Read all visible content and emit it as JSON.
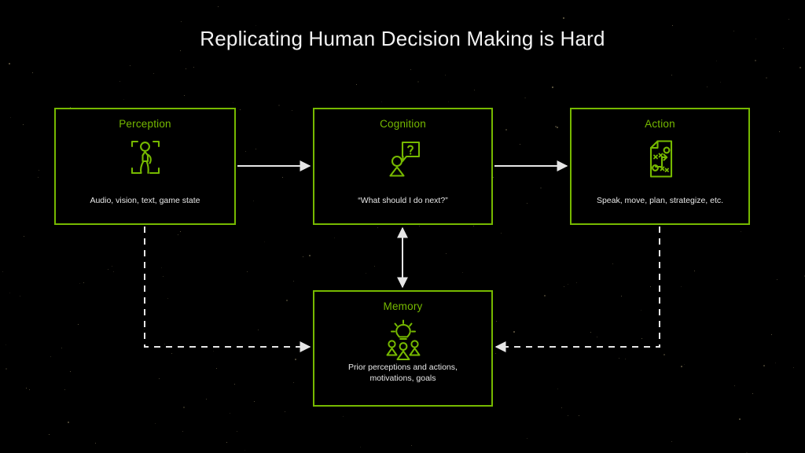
{
  "slide": {
    "title": "Replicating Human Decision Making is Hard",
    "background_color": "#000000",
    "accent_color": "#76b900",
    "text_color": "#f2f2f2",
    "connector_color": "#e6e6e6"
  },
  "boxes": [
    {
      "id": "perception",
      "title": "Perception",
      "caption": "Audio, vision, text, game state",
      "icon": "person-walking-scan-icon"
    },
    {
      "id": "cognition",
      "title": "Cognition",
      "caption": "“What should I do next?”",
      "icon": "person-question-speech-bubble-icon"
    },
    {
      "id": "action",
      "title": "Action",
      "caption": "Speak, move, plan, strategize, etc.",
      "icon": "strategy-playbook-icon"
    },
    {
      "id": "memory",
      "title": "Memory",
      "caption_line1": "Prior perceptions and actions,",
      "caption_line2": "motivations, goals",
      "icon": "lightbulb-people-idea-icon"
    }
  ],
  "connectors": [
    {
      "name": "perception-to-cognition",
      "style": "solid",
      "heads": "end",
      "direction": "right"
    },
    {
      "name": "cognition-to-action",
      "style": "solid",
      "heads": "end",
      "direction": "right"
    },
    {
      "name": "cognition-memory",
      "style": "solid",
      "heads": "both",
      "direction": "vertical"
    },
    {
      "name": "perception-to-memory",
      "style": "dashed",
      "heads": "end",
      "direction": "down-right"
    },
    {
      "name": "action-to-memory",
      "style": "dashed",
      "heads": "end",
      "direction": "down-left"
    }
  ]
}
